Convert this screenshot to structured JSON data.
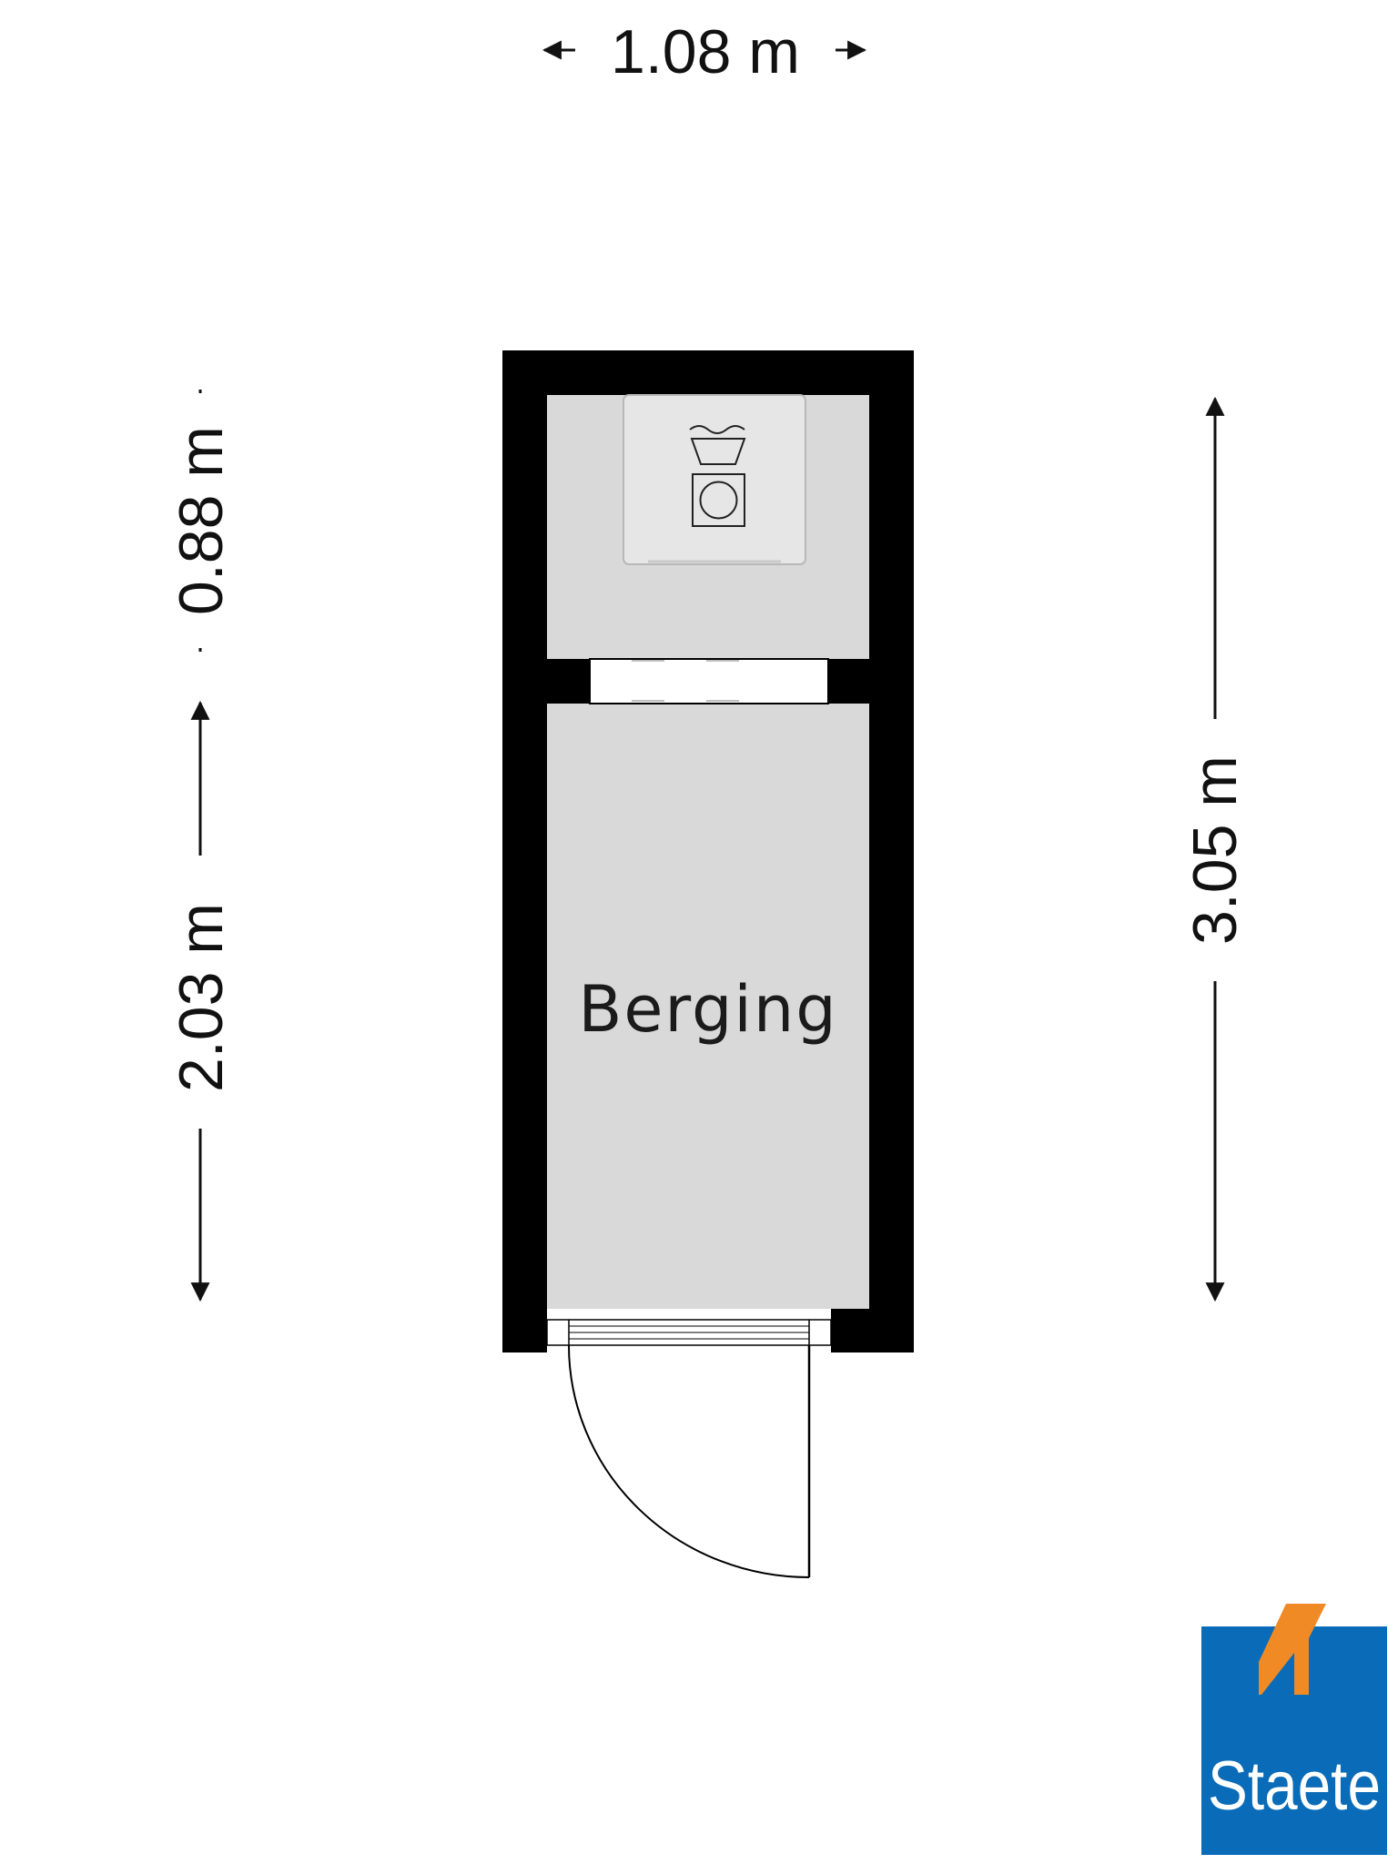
{
  "plan": {
    "room_name": "Berging",
    "dimensions": {
      "top_width": "1.08 m",
      "left_upper": "0.88 m",
      "left_lower": "2.03 m",
      "right_total": "3.05 m"
    },
    "fixtures": [
      "washing-machine-icon",
      "laundry-tub-icon",
      "door-swing"
    ]
  },
  "logo": {
    "text": "Staete",
    "colors": {
      "blue": "#0a6cb8",
      "orange": "#f08a24"
    }
  },
  "colors": {
    "wall": "#000000",
    "floor": "#d9d9d9",
    "appliance": "#e6e6e6"
  }
}
